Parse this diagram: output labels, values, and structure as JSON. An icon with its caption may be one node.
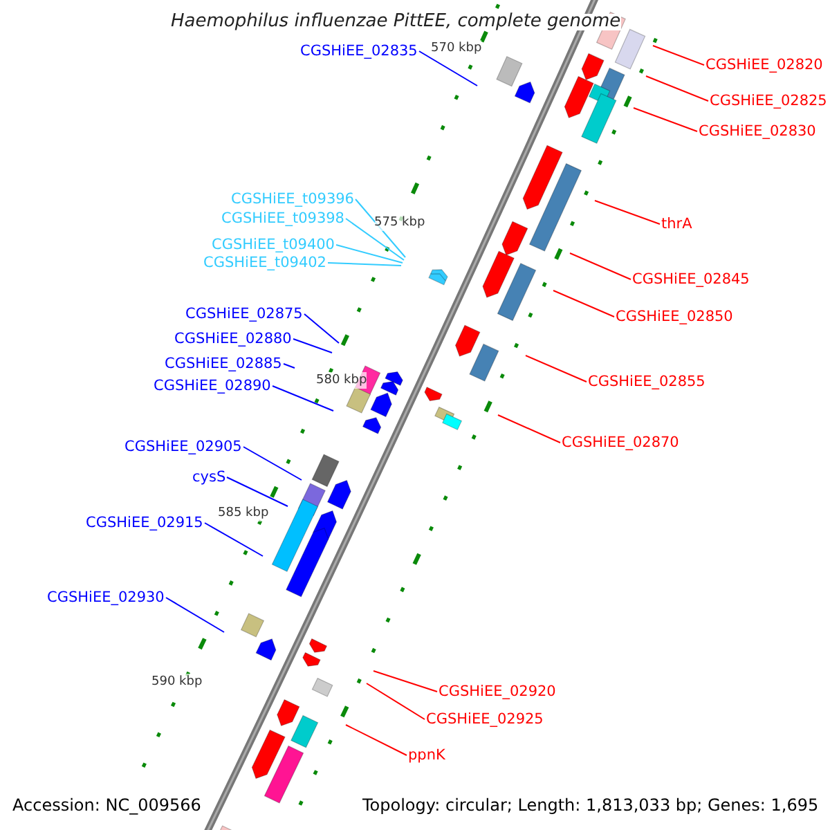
{
  "diagram": {
    "title": "Haemophilus influenzae PittEE, complete genome",
    "nodes": [
      {
        "text": [
          "CGSHiEE_02835"
        ]
      },
      {
        "text": [
          "CGSHiEE_02820"
        ]
      },
      {
        "text": [
          "CGSHiEE_02825"
        ]
      },
      {
        "text": [
          "CGSHiEE_02830"
        ]
      },
      {
        "text": [
          "CGSHiEE_t09396"
        ]
      },
      {
        "text": [
          "CGSHiEE_t09398"
        ]
      },
      {
        "text": [
          "thrA"
        ]
      },
      {
        "text": [
          "CGSHiEE_t09400"
        ]
      },
      {
        "text": [
          "CGSHiEE_t09402"
        ]
      },
      {
        "text": [
          "CGSHiEE_02845"
        ]
      },
      {
        "text": [
          "CGSHiEE_02875"
        ]
      },
      {
        "text": [
          "CGSHiEE_02850"
        ]
      },
      {
        "text": [
          "CGSHiEE_02880"
        ]
      },
      {
        "text": [
          "CGSHiEE_02885"
        ]
      },
      {
        "text": [
          "CGSHiEE_02855"
        ]
      },
      {
        "text": [
          "CGSHiEE_02890"
        ]
      },
      {
        "text": [
          "CGSHiEE_02870"
        ]
      },
      {
        "text": [
          "CGSHiEE_02905"
        ]
      },
      {
        "text": [
          "cysS"
        ]
      },
      {
        "text": [
          "CGSHiEE_02915"
        ]
      },
      {
        "text": [
          "CGSHiEE_02930"
        ]
      },
      {
        "text": [
          "CGSHiEE_02920"
        ]
      },
      {
        "text": [
          "CGSHiEE_02925"
        ]
      },
      {
        "text": [
          "ppnK"
        ]
      }
    ],
    "edges": [
      {
        "from": 0,
        "to": null,
        "arrow": "none",
        "color": "#0000ff"
      },
      {
        "from": 1,
        "to": null,
        "arrow": "none"
      },
      {
        "from": 2,
        "to": null,
        "arrow": "none"
      },
      {
        "from": 3,
        "to": null,
        "arrow": "none"
      },
      {
        "from": 4,
        "to": null,
        "arrow": "none",
        "color": "#33ccff"
      },
      {
        "from": 5,
        "to": null,
        "arrow": "none",
        "color": "#33ccff"
      },
      {
        "from": 6,
        "to": null,
        "arrow": "none"
      },
      {
        "from": 7,
        "to": null,
        "arrow": "none",
        "color": "#33ccff"
      },
      {
        "from": 8,
        "to": null,
        "arrow": "none",
        "color": "#33ccff"
      },
      {
        "from": 9,
        "to": null,
        "arrow": "none"
      },
      {
        "from": 10,
        "to": null,
        "arrow": "none",
        "color": "#0000ff"
      },
      {
        "from": 11,
        "to": null,
        "arrow": "none"
      },
      {
        "from": 12,
        "to": null,
        "arrow": "none",
        "color": "#0000ff"
      },
      {
        "from": 13,
        "to": null,
        "arrow": "none",
        "color": "#0000ff"
      },
      {
        "from": 14,
        "to": null,
        "arrow": "none"
      },
      {
        "from": 15,
        "to": null,
        "arrow": "none",
        "color": "#0000ff"
      },
      {
        "from": 16,
        "to": null,
        "arrow": "none"
      },
      {
        "from": 17,
        "to": null,
        "arrow": "none",
        "color": "#0000ff"
      },
      {
        "from": 18,
        "to": null,
        "arrow": "none",
        "color": "#0000ff"
      },
      {
        "from": 19,
        "to": null,
        "arrow": "none",
        "color": "#0000ff"
      },
      {
        "from": 20,
        "to": null,
        "arrow": "none",
        "color": "#0000ff"
      },
      {
        "from": 21,
        "to": null,
        "arrow": "none"
      },
      {
        "from": 22,
        "to": null,
        "arrow": "none"
      },
      {
        "from": 23,
        "to": null,
        "arrow": "none"
      }
    ],
    "labels": [
      "570 kbp",
      "575 kbp",
      "580 kbp",
      "585 kbp",
      "590 kbp",
      "Accession: NC_009566",
      "Topology: circular; Length: 1,813,033 bp; Genes: 1,695"
    ]
  }
}
